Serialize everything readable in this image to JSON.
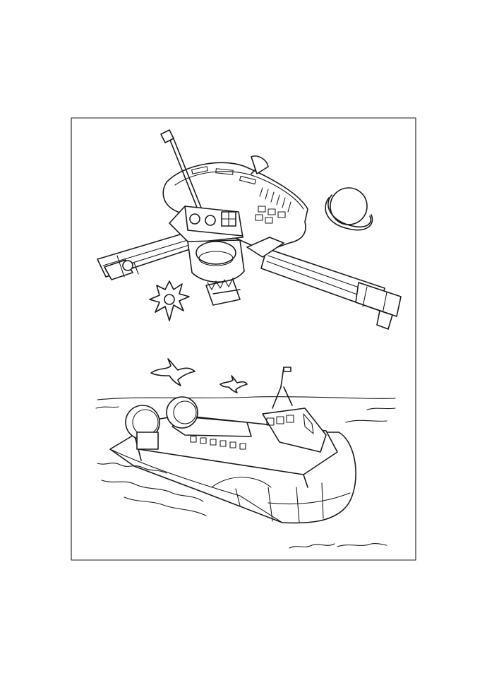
{
  "page": {
    "background": "#ffffff",
    "line_color": "#1a1a1a"
  },
  "illustration": {
    "style": "black-and-white coloring page line art",
    "scenes": [
      "space-probe",
      "planet",
      "star",
      "hovercraft",
      "gulls",
      "sea"
    ]
  }
}
